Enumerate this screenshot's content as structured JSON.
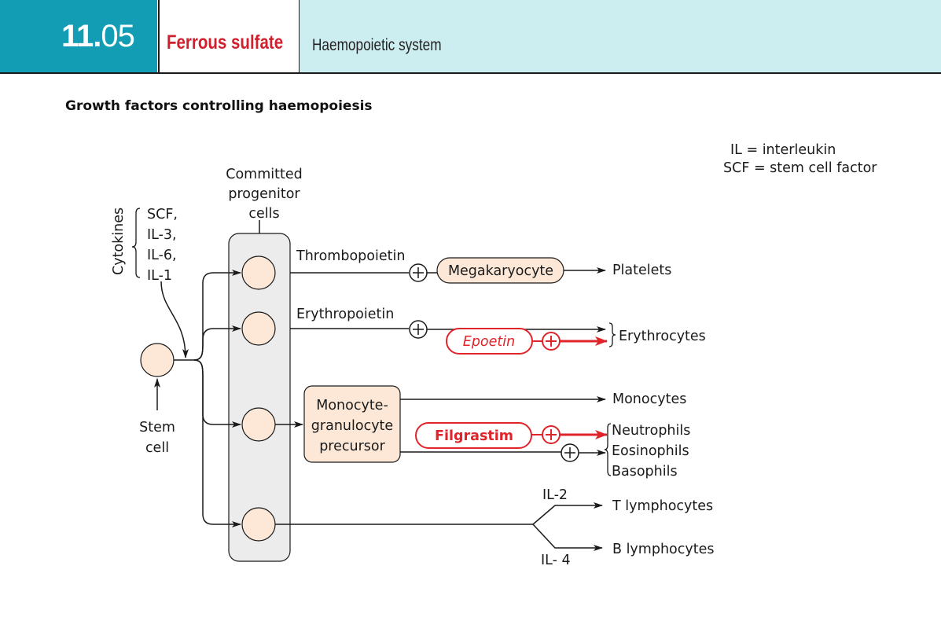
{
  "header": {
    "number_main": "11.",
    "number_sub": "05",
    "drug_title": "Ferrous sulfate",
    "section": "Haemopoietic system"
  },
  "figure": {
    "title": "Growth factors controlling haemopoiesis",
    "legend": {
      "il": "IL = interleukin",
      "scf": "SCF = stem cell factor"
    },
    "cytokines": {
      "label": "Cytokines",
      "items": [
        "SCF,",
        "IL-3,",
        "IL-6,",
        "IL-1"
      ]
    },
    "committed_label": [
      "Committed",
      "progenitor",
      "cells"
    ],
    "stem_label": [
      "Stem",
      "cell"
    ],
    "factors": {
      "thrombopoietin": "Thrombopoietin",
      "erythropoietin": "Erythropoietin",
      "il2": "IL-2",
      "il4": "IL- 4"
    },
    "boxes": {
      "megakaryocyte": "Megakaryocyte",
      "precursor": [
        "Monocyte-",
        "granulocyte",
        "precursor"
      ]
    },
    "drugs": {
      "epoetin": "Epoetin",
      "filgrastim": "Filgrastim"
    },
    "outputs": {
      "platelets": "Platelets",
      "erythrocytes": "Erythrocytes",
      "monocytes": "Monocytes",
      "neutrophils": "Neutrophils",
      "eosinophils": "Eosinophils",
      "basophils": "Basophils",
      "t_lymphocytes": "T lymphocytes",
      "b_lymphocytes": "B lymphocytes"
    },
    "colors": {
      "teal": "#129db5",
      "light_teal": "#cdeef0",
      "red": "#e0242b",
      "cell_fill": "#fde8d8",
      "column_fill": "#ececec"
    }
  }
}
